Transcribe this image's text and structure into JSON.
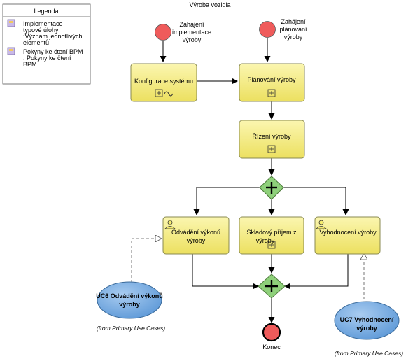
{
  "title": "Výroba vozidla",
  "legend": {
    "title": "Legenda",
    "items": [
      {
        "lines": [
          "Implementace",
          "typové úlohy",
          ":Význam jednotlivých",
          "elementů"
        ]
      },
      {
        "lines": [
          "Pokyny ke čtení BPM",
          ": Pokyny ke čtení",
          "BPM"
        ]
      }
    ]
  },
  "start_events": {
    "impl": {
      "lines": [
        "Zahájení",
        "implementace",
        "výroby"
      ]
    },
    "plan": {
      "lines": [
        "Zahájení",
        "plánování",
        "výroby"
      ]
    }
  },
  "tasks": {
    "konfigurace": "Konfigurace systému",
    "planovani": "Plánování výroby",
    "rizeni": "Řízení výroby",
    "odvadeni": [
      "Odvádění výkonů",
      "výroby"
    ],
    "skladovy": [
      "Skladový příjem z",
      "výroby"
    ],
    "vyhodnoceni": "Vyhodnocení výroby"
  },
  "use_cases": {
    "uc6": {
      "lines": [
        "UC6 Odvádění výkonů",
        "výroby"
      ],
      "note": "(from Primary Use Cases)"
    },
    "uc7": {
      "lines": [
        "UC7 Vyhodnocení",
        "výroby"
      ],
      "note": "(from Primary Use Cases)"
    }
  },
  "end_event": {
    "label": "Konec"
  },
  "colors": {
    "task_fill": "#f5ec6e",
    "task_stroke": "#8a8a50",
    "event_fill": "#ef5b5b",
    "gateway_fill": "#8ed07a",
    "usecase_fill": "#6ea8e0",
    "arrow": "#000000"
  }
}
